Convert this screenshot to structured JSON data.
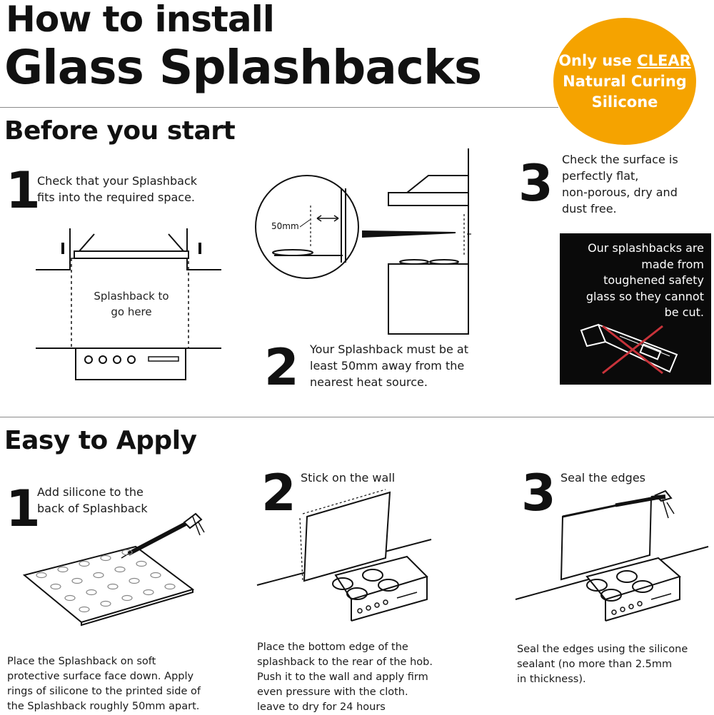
{
  "header": {
    "title_line1": "How to install",
    "title_line2": "Glass Splashbacks"
  },
  "badge": {
    "prefix": "Only use ",
    "emphasis": "CLEAR",
    "line2": "Natural Curing",
    "line3": "Silicone",
    "color": "#f5a300"
  },
  "before": {
    "heading": "Before you start",
    "step1": {
      "number": "1",
      "text": [
        "Check that your Splashback",
        "fits into the required space."
      ],
      "label": [
        "Splashback to",
        "go here"
      ]
    },
    "step2": {
      "number": "2",
      "text": [
        "Your Splashback must be at",
        "least 50mm away from the",
        "nearest heat source."
      ],
      "dimension": "50mm"
    },
    "step3": {
      "number": "3",
      "text": [
        "Check the surface is",
        "perfectly flat,",
        "non-porous, dry and",
        "dust free."
      ]
    },
    "warning": [
      "Our splashbacks are",
      "made from",
      "toughened safety",
      "glass so they cannot",
      "be cut."
    ]
  },
  "apply": {
    "heading": "Easy to Apply",
    "step1": {
      "number": "1",
      "title": [
        "Add silicone to the",
        "back of Splashback"
      ],
      "text": [
        "Place the Splashback on soft",
        "protective surface face down. Apply",
        "rings of silicone to the printed side of",
        "the Splashback roughly 50mm apart."
      ]
    },
    "step2": {
      "number": "2",
      "title": [
        "Stick on the wall"
      ],
      "text": [
        "Place the bottom edge of the",
        "splashback to the rear of the hob.",
        "Push it to the wall and apply firm",
        "even pressure with the cloth.",
        "leave to dry for 24 hours"
      ]
    },
    "step3": {
      "number": "3",
      "title": [
        "Seal the edges"
      ],
      "text": [
        "Seal the edges using the silicone",
        "sealant (no more than 2.5mm",
        "in thickness)."
      ]
    }
  },
  "colors": {
    "accent": "#f5a300",
    "cross": "#c8333a",
    "ink": "#111111"
  }
}
